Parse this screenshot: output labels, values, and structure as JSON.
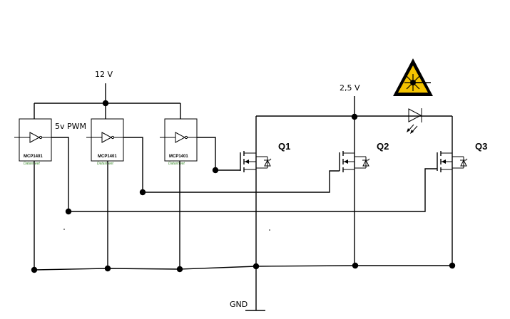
{
  "labels": {
    "supply_12v": "12 V",
    "supply_2_5v": "2,5 V",
    "pwm": "5v PWM",
    "ground": "GND"
  },
  "drivers": [
    {
      "part": "MCP1401",
      "sub": "Datasheet"
    },
    {
      "part": "MCP1401",
      "sub": "Datasheet"
    },
    {
      "part": "MCP1401",
      "sub": "Datasheet"
    }
  ],
  "transistors": [
    {
      "label": "Q1"
    },
    {
      "label": "Q2"
    },
    {
      "label": "Q3"
    }
  ],
  "icons": [
    "laser-warning-icon",
    "led-diode-icon",
    "mosfet-icon",
    "buffer-gate-icon"
  ],
  "colors": {
    "wire": "#000000",
    "warning_yellow": "#f5c400",
    "ic_sub_text": "#3a8a2a"
  }
}
